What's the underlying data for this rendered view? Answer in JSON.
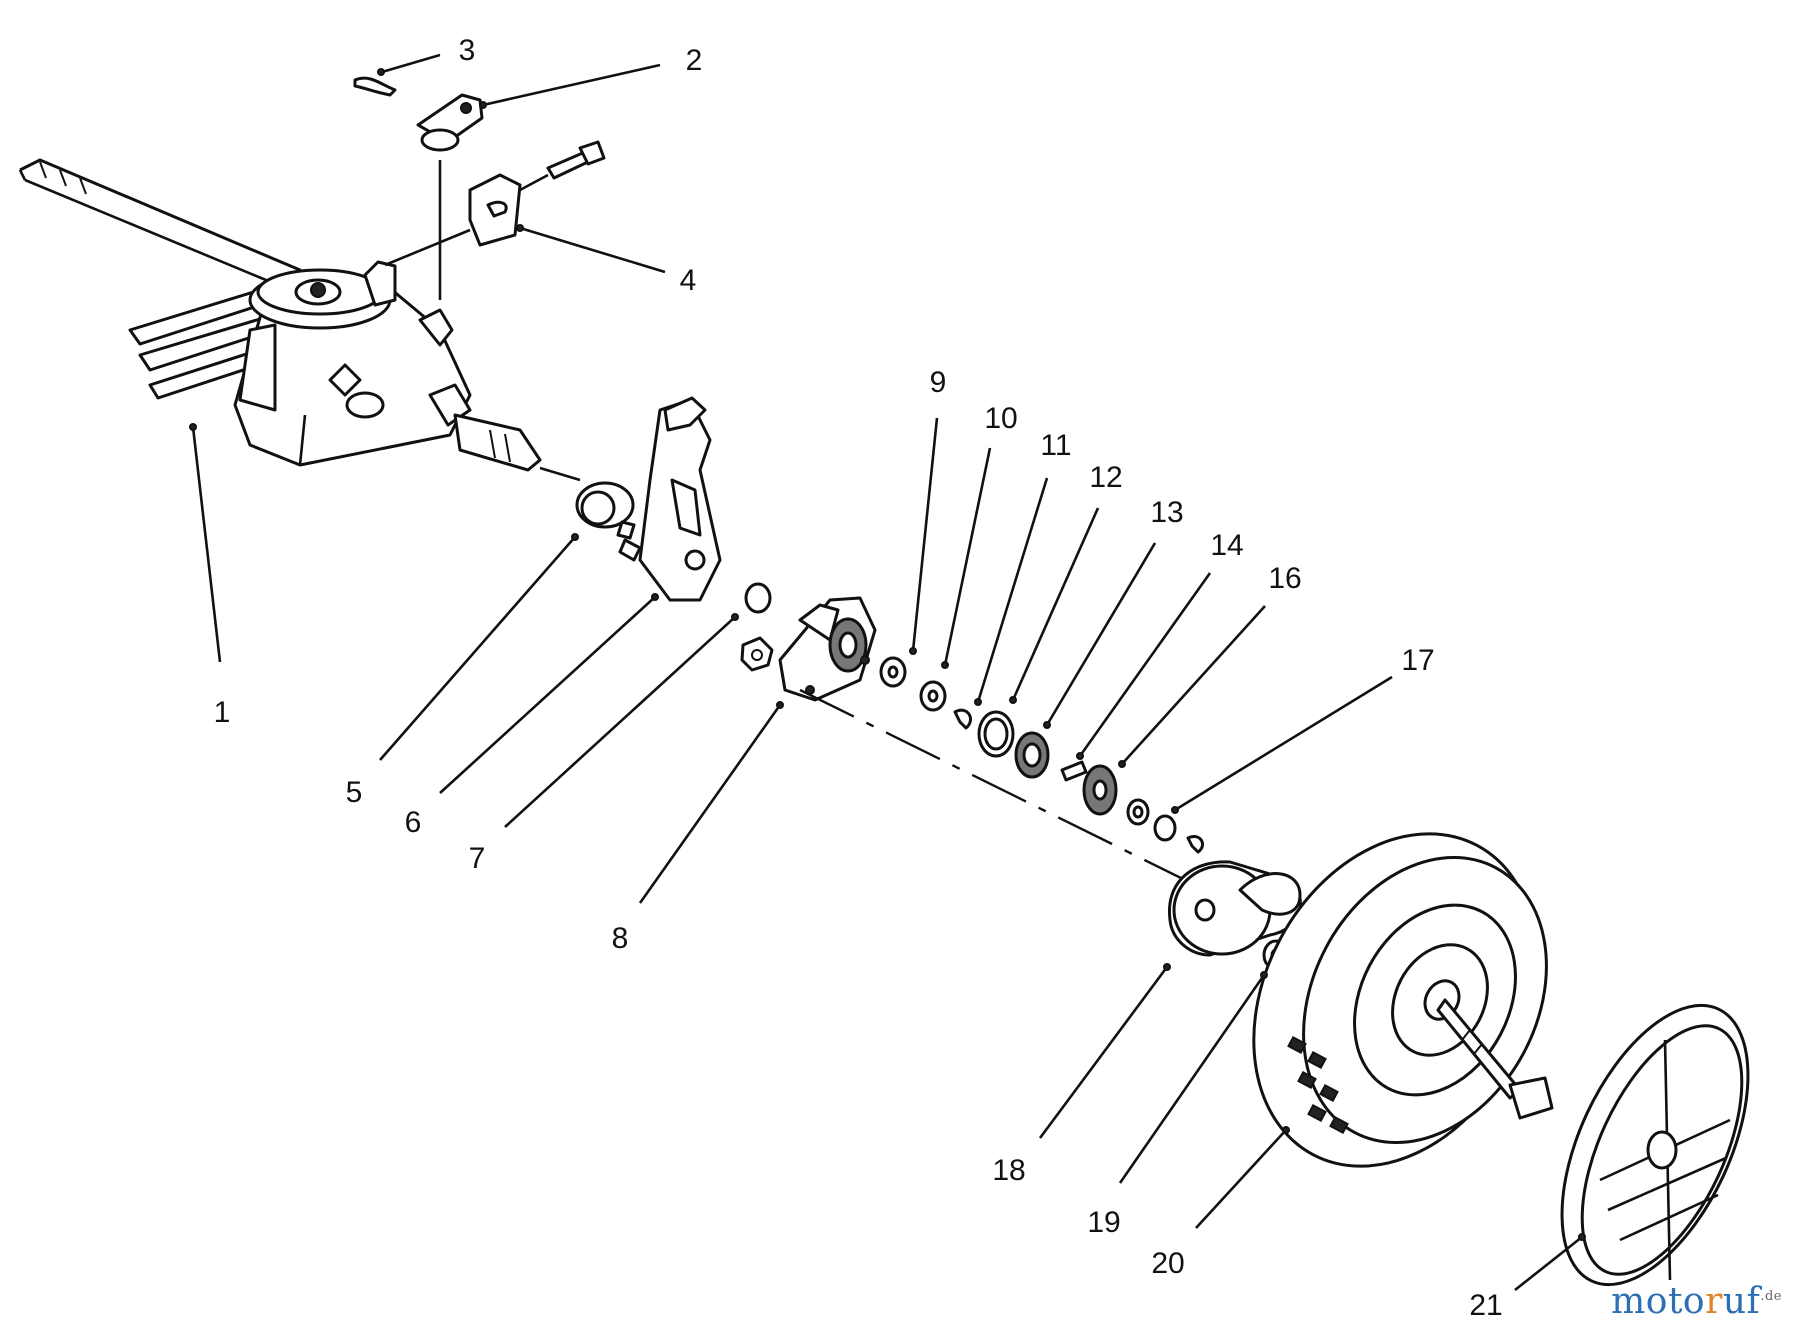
{
  "diagram": {
    "callouts": [
      {
        "id": "1"
      },
      {
        "id": "2"
      },
      {
        "id": "3"
      },
      {
        "id": "4"
      },
      {
        "id": "5"
      },
      {
        "id": "6"
      },
      {
        "id": "7"
      },
      {
        "id": "8"
      },
      {
        "id": "9"
      },
      {
        "id": "10"
      },
      {
        "id": "11"
      },
      {
        "id": "12"
      },
      {
        "id": "13"
      },
      {
        "id": "14"
      },
      {
        "id": "16"
      },
      {
        "id": "17"
      },
      {
        "id": "18"
      },
      {
        "id": "19"
      },
      {
        "id": "20"
      },
      {
        "id": "21"
      }
    ]
  },
  "watermark": {
    "part1": "moto",
    "part2": "r",
    "part3": "uf",
    "suffix": ".de"
  }
}
